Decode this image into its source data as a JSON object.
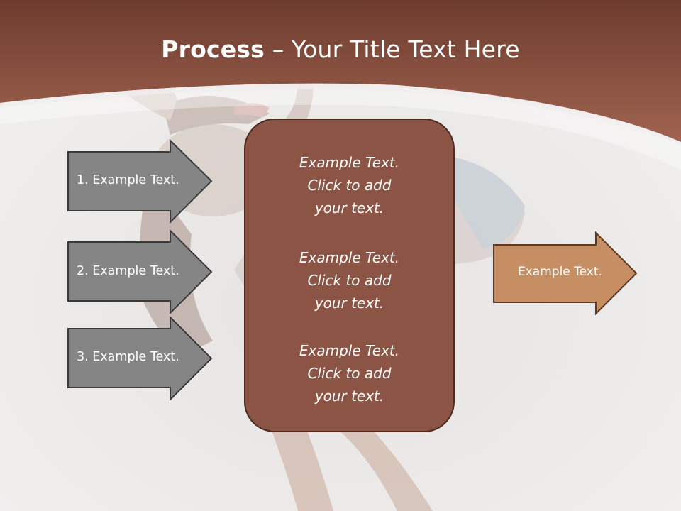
{
  "slide": {
    "title_bold": "Process",
    "title_dash": " – ",
    "title_rest": "Your Title Text Here"
  },
  "left_arrows": [
    {
      "label": "1. Example Text."
    },
    {
      "label": "2. Example Text."
    },
    {
      "label": "3. Example Text."
    }
  ],
  "center_box": {
    "items": [
      {
        "text": "Example Text.\nClick  to add\nyour text."
      },
      {
        "text": "Example Text.\nClick  to add\nyour text."
      },
      {
        "text": "Example Text.\nClick  to add\nyour text."
      }
    ]
  },
  "right_arrow": {
    "label": "Example Text."
  },
  "colors": {
    "header": "#8a4f3c",
    "left_arrow_fill": "#858585",
    "center_box_fill": "#8b5444",
    "right_arrow_fill": "#c58f63"
  }
}
